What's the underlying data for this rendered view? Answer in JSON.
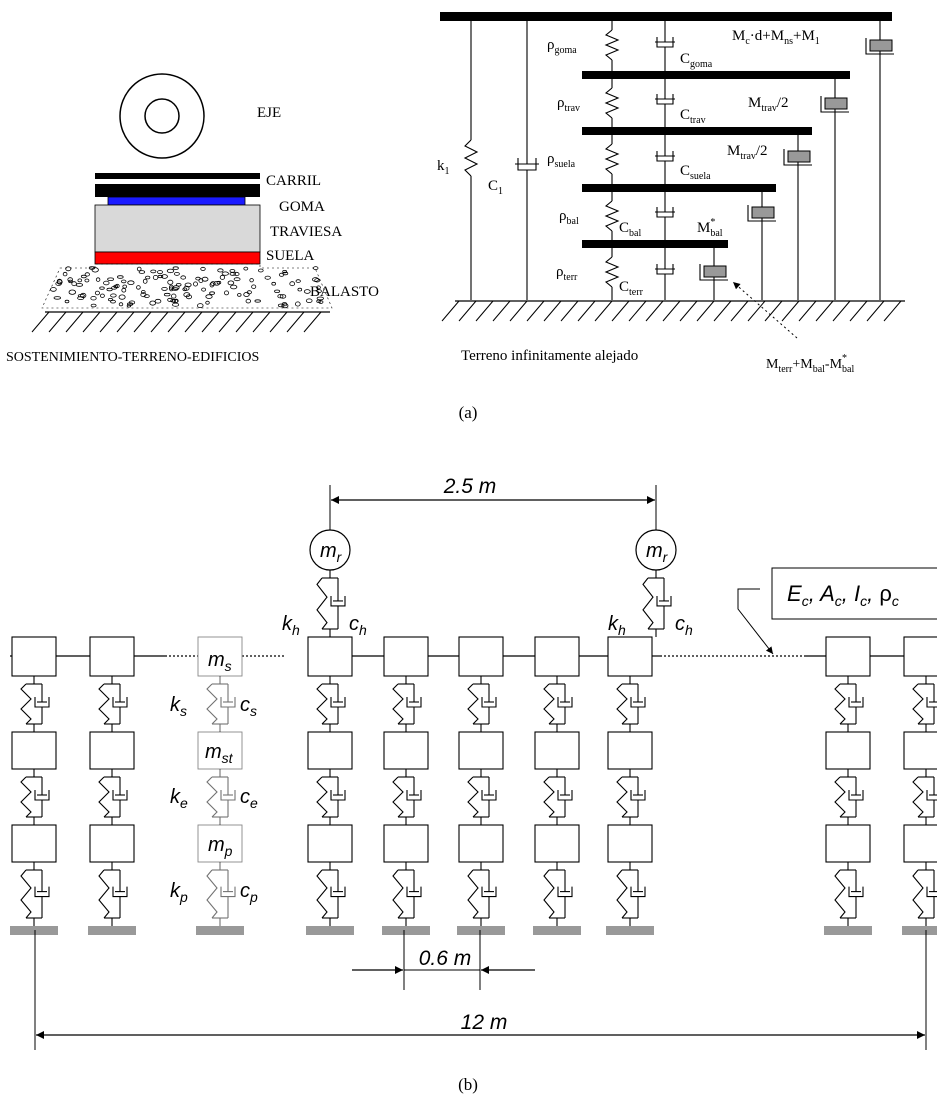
{
  "part_a": {
    "label": "(a)",
    "left": {
      "eje": "EJE",
      "carril": "CARRIL",
      "goma": "GOMA",
      "traviesa": "TRAVIESA",
      "suela": "SUELA",
      "balasto": "BALASTO",
      "sostenimiento": "SOSTENIMIENTO-TERRENO-EDIFICIOS",
      "colors": {
        "goma": "#1a1aff",
        "traviesa": "#d9d9d9",
        "suela": "#ff0000"
      }
    },
    "right": {
      "rho": "ρ",
      "rho_goma_sub": "goma",
      "rho_trav_sub": "trav",
      "rho_suela_sub": "suela",
      "rho_bal_sub": "bal",
      "rho_terr_sub": "terr",
      "c": "C",
      "c_goma_sub": "goma",
      "c_trav_sub": "trav",
      "c_suela_sub": "suela",
      "c_bal_sub": "bal",
      "c_terr_sub": "terr",
      "k1_main": "k",
      "k1_sub": "1",
      "c1_main": "C",
      "c1_sub": "1",
      "mass_top": {
        "p1": "M",
        "s1": "c",
        "p2": "·d+M",
        "s2": "ns",
        "p3": "+M",
        "s3": "1"
      },
      "mass_trav_a": {
        "p1": "M",
        "s1": "trav",
        "p2": "/2"
      },
      "mass_trav_b": {
        "p1": "M",
        "s1": "trav",
        "p2": "/2"
      },
      "mass_bal": {
        "p1": "M",
        "sup": "*",
        "s1": "bal"
      },
      "mass_terr": {
        "p1": "M",
        "s1": "terr",
        "p2": "+M",
        "s2": "bal",
        "p3": "-M",
        "sup": "*",
        "s3": "bal"
      },
      "terreno": "Terreno infinitamente alejado",
      "mass_color": "#999999"
    }
  },
  "part_b": {
    "label": "(b)",
    "wheel_m": "m",
    "wheel_sub": "r",
    "kh_main": "k",
    "kh_sub": "h",
    "ch_main": "c",
    "ch_sub": "h",
    "dist_wheels": "2.5 m",
    "dist_sleepers": "0.6 m",
    "dist_total": "12 m",
    "rail_props": {
      "e": "E",
      "e_sub": "c",
      "sep1": ", ",
      "a": "A",
      "a_sub": "c",
      "sep2": ", ",
      "i": "I",
      "i_sub": "c",
      "sep3": ", ",
      "rho": "ρ",
      "rho_sub": "c"
    },
    "ms_main": "m",
    "ms_sub": "s",
    "mst_main": "m",
    "mst_sub": "st",
    "mp_main": "m",
    "mp_sub": "p",
    "ks_main": "k",
    "ks_sub": "s",
    "cs_main": "c",
    "cs_sub": "s",
    "ke_main": "k",
    "ke_sub": "e",
    "ce_main": "c",
    "ce_sub": "e",
    "kp_main": "k",
    "kp_sub": "p",
    "cp_main": "c",
    "cp_sub": "p",
    "ground_color": "#999999"
  }
}
